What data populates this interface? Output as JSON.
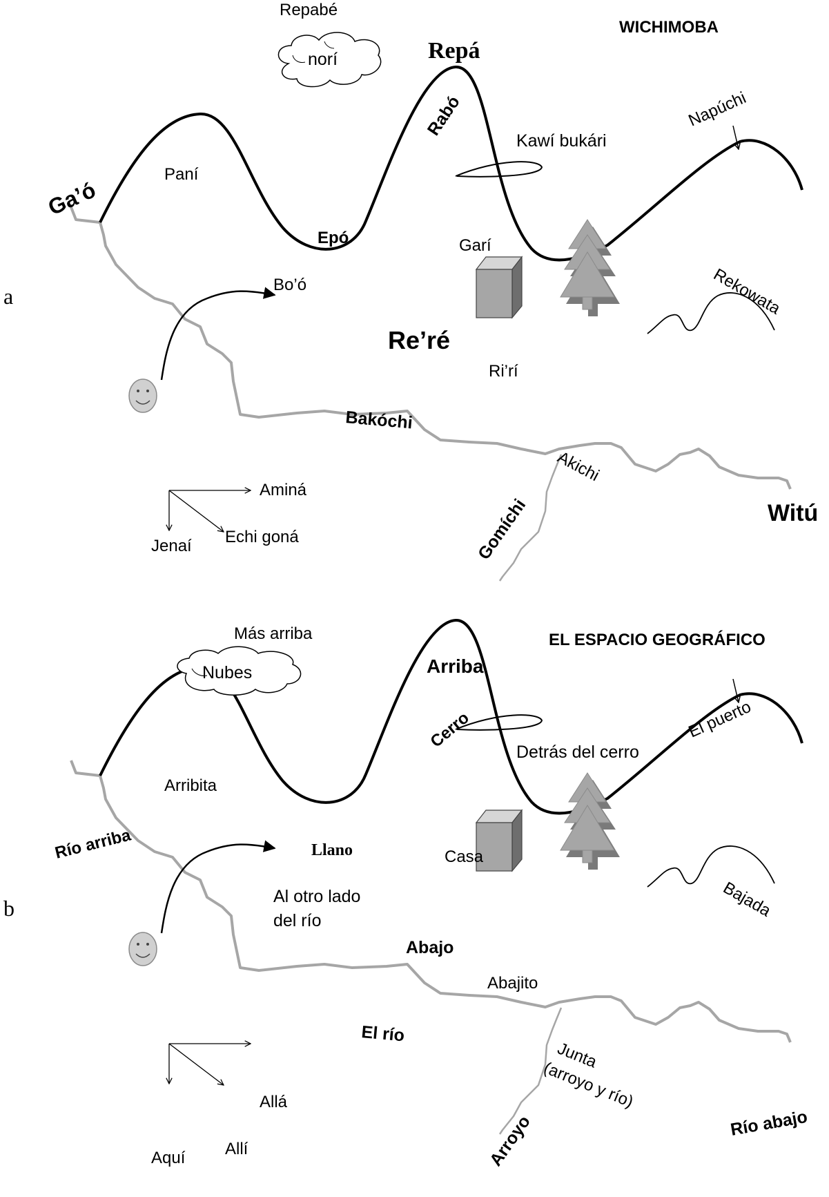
{
  "panels": {
    "a": {
      "letter": "a",
      "title": "WICHIMOBA",
      "sky": "Repabé",
      "cloud": "norí",
      "peak": "Repá",
      "slope": "Rabó",
      "behind": "Kawí bukári",
      "pass": "Napúchi",
      "left_hill": "Paní",
      "upriver": "Ga’ó",
      "plain": "Epó",
      "house": "Garí",
      "crossing": "Bo’ó",
      "below": "Re’ré",
      "below_little": "Ri’rí",
      "descent": "Rekowata",
      "river": "Bakóchi",
      "junction": "Akichi",
      "creek": "Gomíchi",
      "downriver": "Witú",
      "dir_far": "Aminá",
      "dir_here": "Jenaí",
      "dir_there": "Echi goná"
    },
    "b": {
      "letter": "b",
      "title": "EL ESPACIO GEOGRÁFICO",
      "sky": "Más arriba",
      "cloud": "Nubes",
      "peak": "Arriba",
      "slope": "Cerro",
      "behind": "Detrás del cerro",
      "pass": "El puerto",
      "left_hill": "Arribita",
      "upriver": "Río arriba",
      "plain": "Llano",
      "house": "Casa",
      "crossing_1": "Al otro lado",
      "crossing_2": "del río",
      "below": "Abajo",
      "below_little": "Abajito",
      "descent": "Bajada",
      "river": "El río",
      "junction_1": "Junta",
      "junction_2": "(arroyo y río)",
      "creek": "Arroyo",
      "downriver": "Río abajo",
      "dir_far": "Allá",
      "dir_here": "Aquí",
      "dir_there": "Allí"
    }
  },
  "colors": {
    "ink": "#000000",
    "river": "#a6a6a6",
    "house_front": "#a6a6a6",
    "house_side": "#6e6e6e",
    "tree": "#a6a6a6",
    "tree_shadow": "#7a7a7a",
    "face": "#d0d0d0"
  }
}
